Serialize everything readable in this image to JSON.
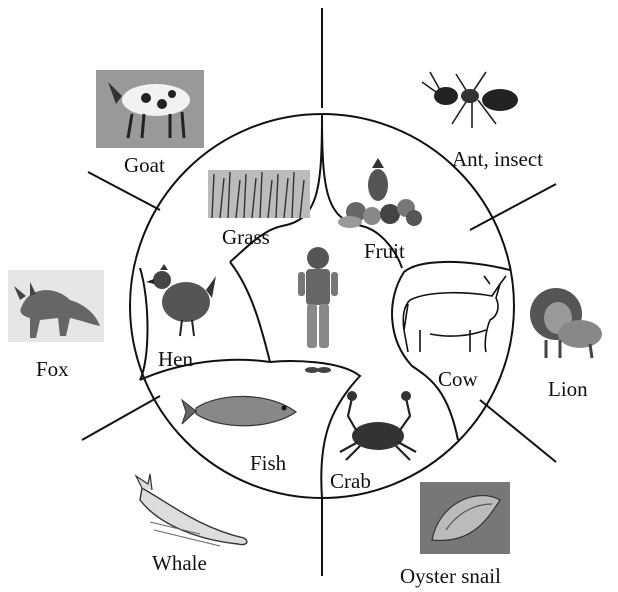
{
  "center": {
    "name": "child-figure"
  },
  "inner_ring": [
    {
      "key": "grass",
      "label": "Grass",
      "icon": "grass-icon"
    },
    {
      "key": "fruit",
      "label": "Fruit",
      "icon": "fruit-basket-icon"
    },
    {
      "key": "cow",
      "label": "Cow",
      "icon": "cow-icon"
    },
    {
      "key": "crab",
      "label": "Crab",
      "icon": "crab-icon"
    },
    {
      "key": "fish",
      "label": "Fish",
      "icon": "fish-icon"
    },
    {
      "key": "hen",
      "label": "Hen",
      "icon": "hen-icon"
    }
  ],
  "outer_ring": [
    {
      "key": "goat",
      "label": "Goat",
      "icon": "goat-photo-icon"
    },
    {
      "key": "ant",
      "label": "Ant, insect",
      "icon": "ant-icon"
    },
    {
      "key": "lion",
      "label": "Lion",
      "icon": "lion-photo-icon"
    },
    {
      "key": "oyster",
      "label": "Oyster snail",
      "icon": "snail-shell-photo-icon"
    },
    {
      "key": "whale",
      "label": "Whale",
      "icon": "whale-icon"
    },
    {
      "key": "fox",
      "label": "Fox",
      "icon": "fox-photo-icon"
    }
  ]
}
